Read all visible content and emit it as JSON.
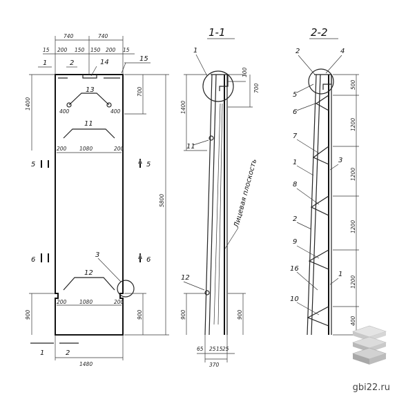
{
  "sections": {
    "s11": "1-1",
    "s22": "2-2"
  },
  "plan": {
    "top_dims": [
      "740",
      "740"
    ],
    "sub_dims": [
      "15",
      "200",
      "150",
      "150",
      "200",
      "15"
    ],
    "top_marks": [
      "1",
      "2",
      "14",
      "15"
    ],
    "left_height": "1400",
    "right_dim_top": "700",
    "holes": [
      "400",
      "400"
    ],
    "callout_13": "13",
    "callout_11": "11",
    "dim_row1": [
      "200",
      "1080",
      "200"
    ],
    "sec5": "5",
    "sec6": "6",
    "callout_3": "3",
    "callout_12": "12",
    "dim_row2": [
      "200",
      "1080",
      "200"
    ],
    "bottom_left": "900",
    "bottom_right": "900",
    "total_height": "5800",
    "bottom_mark1": "1",
    "bottom_mark2": "2",
    "total_width": "1480"
  },
  "view11": {
    "mark_1": "1",
    "mark_11": "11",
    "mark_12": "12",
    "dim_100": "100",
    "dim_700": "700",
    "dim_1400": "1400",
    "dim_900a": "900",
    "dim_900b": "900",
    "face_label": "Лицевая плоскость",
    "bottom_dims": [
      "65",
      "25",
      "15",
      "25"
    ],
    "bottom_total": "370"
  },
  "view22": {
    "marks": [
      "2",
      "4",
      "5",
      "6",
      "7",
      "1",
      "3",
      "8",
      "2",
      "9",
      "16",
      "1",
      "10"
    ],
    "right_dims": [
      "500",
      "1200",
      "1200",
      "1200",
      "1200",
      "400"
    ]
  },
  "watermark": "gbi22.ru"
}
